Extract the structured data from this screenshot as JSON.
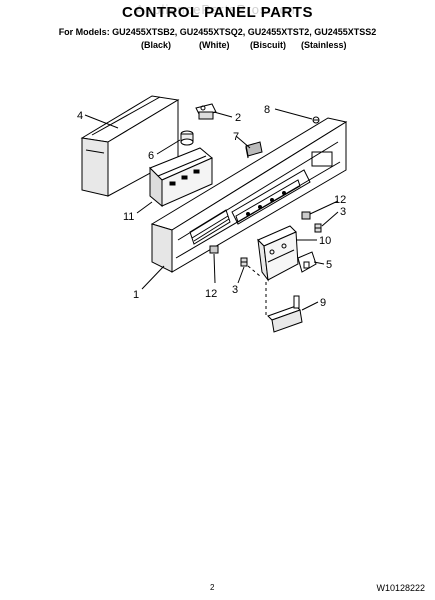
{
  "header": {
    "watermark": "AppliancePartsPros.com",
    "title": "CONTROL PANEL PARTS",
    "models_line": "For Models: GU2455XTSB2, GU2455XTSQ2, GU2455XTST2, GU2455XTSS2",
    "variants": [
      "(Black)",
      "(White)",
      "(Biscuit)",
      "(Stainless)"
    ]
  },
  "callouts": {
    "c1": "1",
    "c2": "2",
    "c3a": "3",
    "c3b": "3",
    "c4": "4",
    "c5": "5",
    "c6": "6",
    "c7": "7",
    "c8": "8",
    "c9": "9",
    "c10": "10",
    "c11": "11",
    "c12a": "12",
    "c12b": "12"
  },
  "footer": {
    "page_number": "2",
    "doc_id": "W10128222"
  }
}
